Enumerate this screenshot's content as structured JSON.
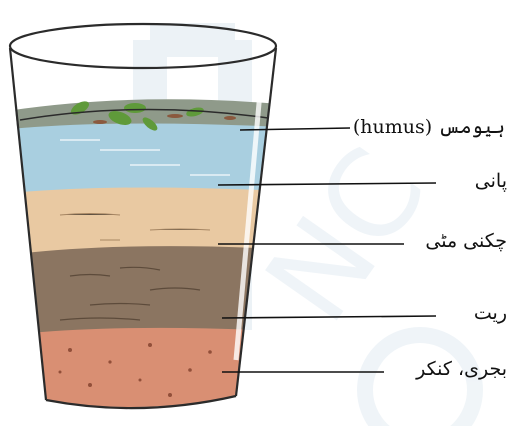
{
  "diagram": {
    "labels": {
      "humus": "ہیومس (humus)",
      "water": "پانی",
      "clay": "چکنی مٹی",
      "sand": "ریت",
      "gravel": "بجری، کنکر"
    },
    "colors": {
      "humus": "#8f9a8a",
      "water": "#a9cfe0",
      "clay": "#e9c9a2",
      "sand": "#8b7561",
      "gravel": "#d98f73",
      "glass_outline": "#2b2b2b",
      "leaf": "#5f9a3a",
      "watermark": "#e6eef4"
    }
  }
}
